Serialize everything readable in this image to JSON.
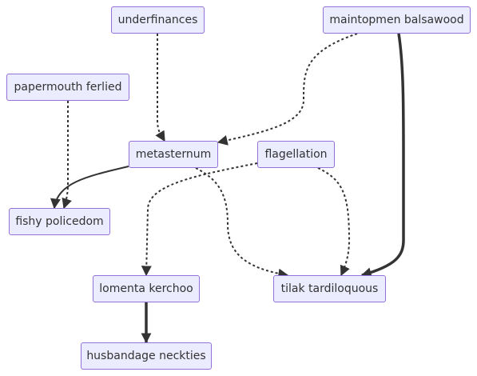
{
  "diagram": {
    "nodes": {
      "underfinances": {
        "label": "underfinances"
      },
      "maintopmen": {
        "label": "maintopmen balsawood"
      },
      "papermouth": {
        "label": "papermouth ferlied"
      },
      "metasternum": {
        "label": "metasternum"
      },
      "flagellation": {
        "label": "flagellation"
      },
      "fishy": {
        "label": "fishy policedom"
      },
      "lomenta": {
        "label": "lomenta kerchoo"
      },
      "tilak": {
        "label": "tilak tardiloquous"
      },
      "husbandage": {
        "label": "husbandage neckties"
      }
    },
    "edges": [
      {
        "from": "underfinances",
        "to": "metasternum",
        "style": "dotted"
      },
      {
        "from": "maintopmen",
        "to": "metasternum",
        "style": "dotted"
      },
      {
        "from": "maintopmen",
        "to": "tilak",
        "style": "thick"
      },
      {
        "from": "papermouth",
        "to": "fishy",
        "style": "dotted"
      },
      {
        "from": "metasternum",
        "to": "fishy",
        "style": "solid"
      },
      {
        "from": "metasternum",
        "to": "tilak",
        "style": "dotted"
      },
      {
        "from": "flagellation",
        "to": "lomenta",
        "style": "dotted"
      },
      {
        "from": "flagellation",
        "to": "tilak",
        "style": "dotted"
      },
      {
        "from": "lomenta",
        "to": "husbandage",
        "style": "thick"
      }
    ],
    "colors": {
      "node_fill": "#ececff",
      "node_border": "#9370db",
      "edge": "#333333",
      "text": "#333333"
    }
  }
}
